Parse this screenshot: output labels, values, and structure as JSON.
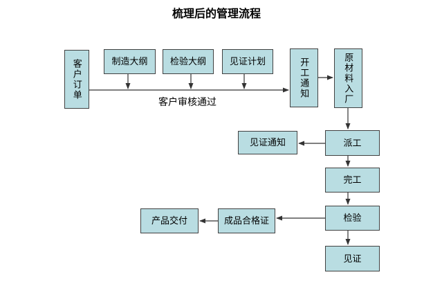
{
  "page": {
    "title": "梳理后的管理流程"
  },
  "diagram": {
    "nodes": {
      "customer_order": {
        "label": "客户订单"
      },
      "manufacturing_outline": {
        "label": "制造大纲"
      },
      "inspection_outline": {
        "label": "检验大纲"
      },
      "witness_plan": {
        "label": "见证计划"
      },
      "start_work_notice": {
        "label": "开工通知"
      },
      "raw_material_entry": {
        "label": "原材料入厂"
      },
      "dispatch_work": {
        "label": "派工"
      },
      "witness_notice": {
        "label": "见证通知"
      },
      "completion": {
        "label": "完工"
      },
      "inspection": {
        "label": "检验"
      },
      "witness": {
        "label": "见证"
      },
      "finished_product_cert": {
        "label": "成品合格证"
      },
      "product_delivery": {
        "label": "产品交付"
      }
    },
    "edge_labels": {
      "customer_review_passed": "客户审核通过"
    },
    "colors": {
      "node_fill": "#b9dde2",
      "node_border": "#404040",
      "connector": "#333333",
      "text": "#000000",
      "background": "#ffffff"
    }
  }
}
